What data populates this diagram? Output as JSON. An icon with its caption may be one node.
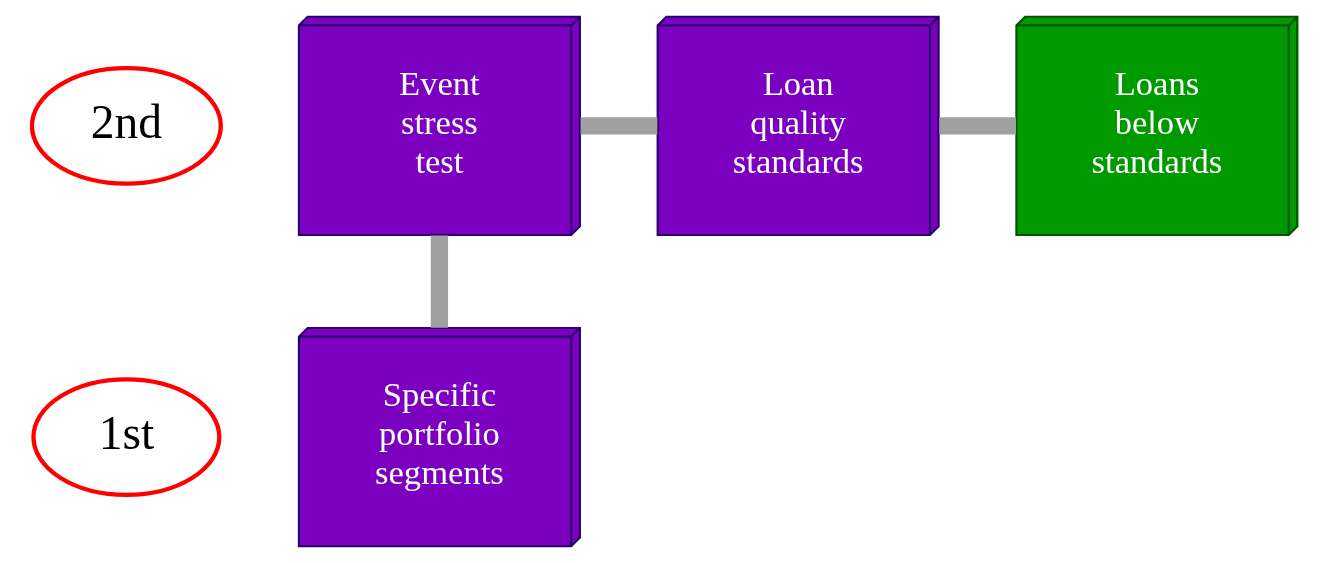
{
  "diagram": {
    "nodes": [
      {
        "text": [
          "2nd"
        ]
      },
      {
        "text": [
          "Event stress test"
        ]
      },
      {
        "text": [
          "Loan quality standards"
        ]
      },
      {
        "text": [
          "Loans below standards"
        ]
      },
      {
        "text": [
          "1st"
        ]
      },
      {
        "text": [
          "Specific portfolio segments"
        ]
      }
    ],
    "edges": [
      {
        "from": 1,
        "to": 2,
        "arrow": "none"
      },
      {
        "from": 2,
        "to": 3,
        "arrow": "none"
      },
      {
        "from": 5,
        "to": 1,
        "arrow": "none"
      }
    ]
  }
}
